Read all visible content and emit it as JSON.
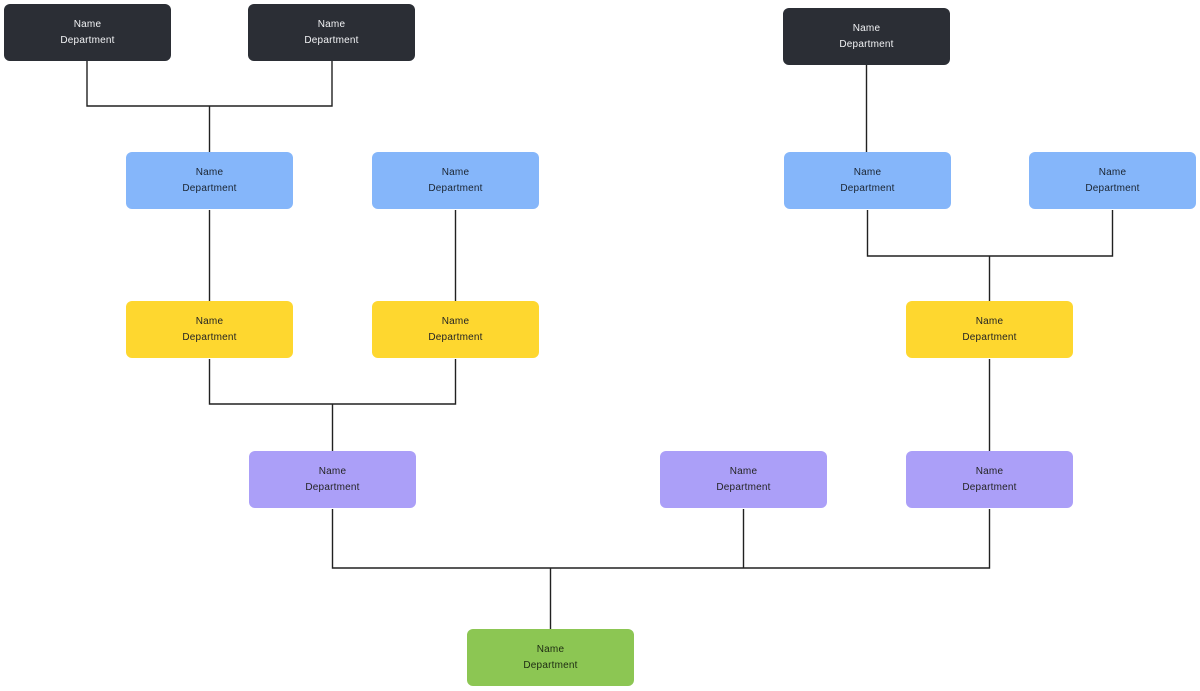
{
  "diagram": {
    "kind": "org-chart-template",
    "background": "#ffffff"
  },
  "palette": {
    "level1": {
      "bg": "#2b2e35",
      "text": "#f2f3f5"
    },
    "level2": {
      "bg": "#85b6fa",
      "text": "#1a2430"
    },
    "level3": {
      "bg": "#fed72f",
      "text": "#242424"
    },
    "level4": {
      "bg": "#ab9ff8",
      "text": "#242424"
    },
    "level5": {
      "bg": "#8cc653",
      "text": "#1d2b12"
    },
    "connector": "#212121"
  },
  "nodes": [
    {
      "id": "dark-1",
      "level": "level1",
      "name": "Name",
      "department": "Department"
    },
    {
      "id": "dark-2",
      "level": "level1",
      "name": "Name",
      "department": "Department"
    },
    {
      "id": "dark-3",
      "level": "level1",
      "name": "Name",
      "department": "Department"
    },
    {
      "id": "blue-1",
      "level": "level2",
      "name": "Name",
      "department": "Department"
    },
    {
      "id": "blue-2",
      "level": "level2",
      "name": "Name",
      "department": "Department"
    },
    {
      "id": "blue-3",
      "level": "level2",
      "name": "Name",
      "department": "Department"
    },
    {
      "id": "blue-4",
      "level": "level2",
      "name": "Name",
      "department": "Department"
    },
    {
      "id": "yellow-1",
      "level": "level3",
      "name": "Name",
      "department": "Department"
    },
    {
      "id": "yellow-2",
      "level": "level3",
      "name": "Name",
      "department": "Department"
    },
    {
      "id": "yellow-3",
      "level": "level3",
      "name": "Name",
      "department": "Department"
    },
    {
      "id": "purple-1",
      "level": "level4",
      "name": "Name",
      "department": "Department"
    },
    {
      "id": "purple-2",
      "level": "level4",
      "name": "Name",
      "department": "Department"
    },
    {
      "id": "purple-3",
      "level": "level4",
      "name": "Name",
      "department": "Department"
    },
    {
      "id": "green-1",
      "level": "level5",
      "name": "Name",
      "department": "Department"
    }
  ],
  "edges": [
    {
      "from": [
        "dark-1",
        "dark-2"
      ],
      "to": "blue-1"
    },
    {
      "from": [
        "blue-1"
      ],
      "to": "yellow-1"
    },
    {
      "from": [
        "blue-2"
      ],
      "to": "yellow-2"
    },
    {
      "from": [
        "yellow-1",
        "yellow-2"
      ],
      "to": "purple-1"
    },
    {
      "from": [
        "dark-3"
      ],
      "to": "blue-3"
    },
    {
      "from": [
        "blue-3",
        "blue-4"
      ],
      "to": "yellow-3"
    },
    {
      "from": [
        "yellow-3"
      ],
      "to": "purple-3"
    },
    {
      "from": [
        "purple-1",
        "purple-2",
        "purple-3"
      ],
      "to": "green-1"
    }
  ]
}
